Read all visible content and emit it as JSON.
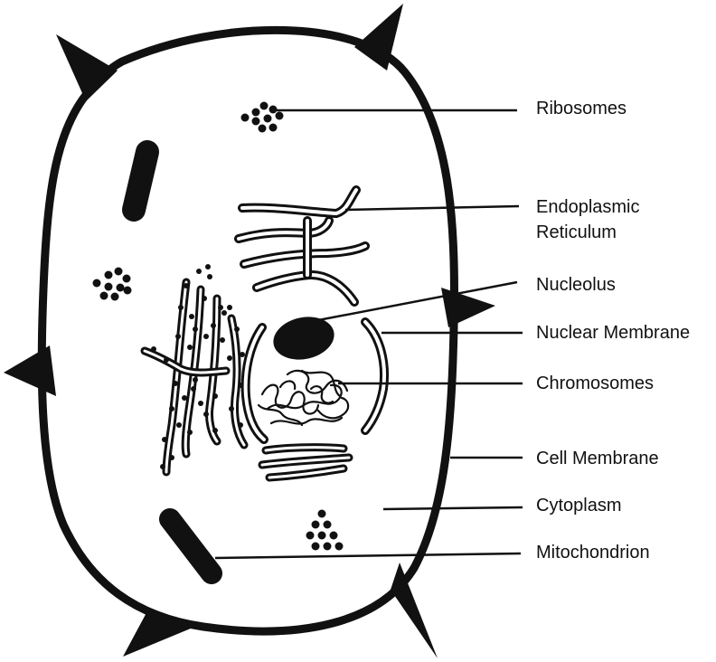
{
  "labels": [
    {
      "id": "ribosomes",
      "text": "Ribosomes"
    },
    {
      "id": "er_line1",
      "text": "Endoplasmic"
    },
    {
      "id": "er_line2",
      "text": "Reticulum"
    },
    {
      "id": "nucleolus",
      "text": "Nucleolus"
    },
    {
      "id": "nuclear_membrane",
      "text": "Nuclear Membrane"
    },
    {
      "id": "chromosomes",
      "text": "Chromosomes"
    },
    {
      "id": "cell_membrane",
      "text": "Cell Membrane"
    },
    {
      "id": "cytoplasm",
      "text": "Cytoplasm"
    },
    {
      "id": "mitochondrion",
      "text": "Mitochondrion"
    }
  ],
  "colors": {
    "ink": "#111111",
    "background": "#ffffff"
  }
}
